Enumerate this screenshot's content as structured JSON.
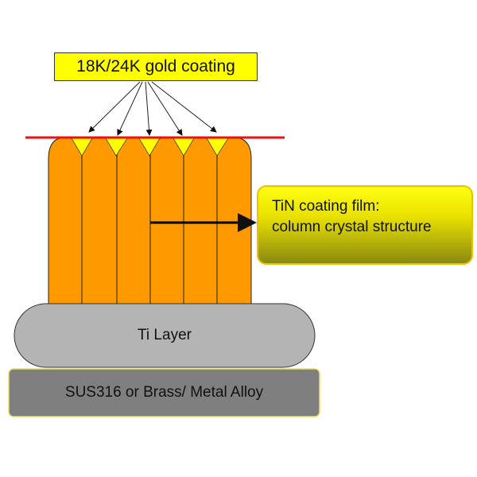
{
  "labels": {
    "gold_coating": "18K/24K gold coating",
    "tin_line1": "TiN coating film:",
    "tin_line2": "column crystal structure",
    "ti_layer": "Ti Layer",
    "substrate": "SUS316 or Brass/ Metal Alloy"
  },
  "colors": {
    "column": "#ff9900",
    "gold": "#ffff00",
    "surface_line": "#ee1111",
    "ti_layer": "#b4b4b4",
    "substrate": "#7f7f7f"
  }
}
